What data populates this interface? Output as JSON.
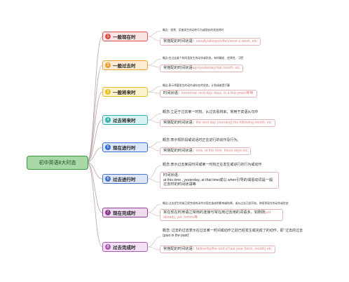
{
  "root": {
    "label": "初中英语8大时态"
  },
  "tenses": [
    {
      "num": "1",
      "label": "一般现在时",
      "color": "#d9534f",
      "fill": "#fbe3e3",
      "definition": "概念：经常、反复发生的动作行为或现存的状态时时",
      "signal_prefix": "常搭配的时间状语：",
      "signal_words": "usually/always/often/once a week, etc"
    },
    {
      "num": "2",
      "label": "一般过去时",
      "color": "#e8a33a",
      "fill": "#fdecd2",
      "definition": "概念:在过去某个时间里发生的动作或状态，有时确定、经常性、习惯",
      "signal_prefix": "常搭配的时间状语",
      "signal_words": "ago/yesterday/last month, etc"
    },
    {
      "num": "3",
      "label": "一般将来时",
      "color": "#e6c12e",
      "fill": "#fcf3cc",
      "definition": "概念:表示将要发生的动作或存在的状态，计划或者是打算",
      "signal_prefix": "时间状语：",
      "signal_words": "tomorrow, next day, days, in a few years等等"
    },
    {
      "num": "4",
      "label": "过去将来时",
      "color": "#3ab0b0",
      "fill": "#d8f1f1",
      "definition": "概念:立足于过去某一时刻，从过去看将来，常用于宾语从句中",
      "signal_prefix": "常搭配的时间状语：",
      "signal_words": "the next day (morning) the following month, etc"
    },
    {
      "num": "5",
      "label": "现在进行时",
      "color": "#3a6fd8",
      "fill": "#dbe6fa",
      "definition": "概念:表示现阶段或说话时正在进行的动作及行为。",
      "signal_prefix": "常搭配的时间状语：",
      "signal_words": "now, at this time, these days etc"
    },
    {
      "num": "6",
      "label": "过去进行时",
      "color": "#4a74c9",
      "fill": "#dde6f7",
      "definition": "概念:表示过去某段时间或某一时刻正在发生或进行的行为或动作",
      "signal_prefix": "时间状语：",
      "signal_line": "at this time , yesterday, at that time或以 when引导的谓语动词是一般过去时的时间状语等",
      "signal_words": ""
    },
    {
      "num": "7",
      "label": "现在完成时",
      "color": "#8b3d8f",
      "fill": "#f0dcf1",
      "definition": "概念:过去发生的或已经完成的动作对现在造成的影响或结果，或从过去已经开始，持续到现在的动作或状态",
      "signal_prefix": "常在现在时用语之常用的连接与常在用过去用的词语多，如刚刚",
      "signal_words": "just already, yet, before等"
    },
    {
      "num": "8",
      "label": "过去完成时",
      "color": "#b05ab8",
      "fill": "#f4e0f6",
      "definition": "概念: 过去的过去表示在过去某一时间或动作之前已经发生或完成了的动作，即 '过去的过去 (past in the past)'",
      "signal_prefix": "常搭配的时间状语：",
      "signal_words": "before/by/the end of last year (term, month) etc"
    }
  ]
}
